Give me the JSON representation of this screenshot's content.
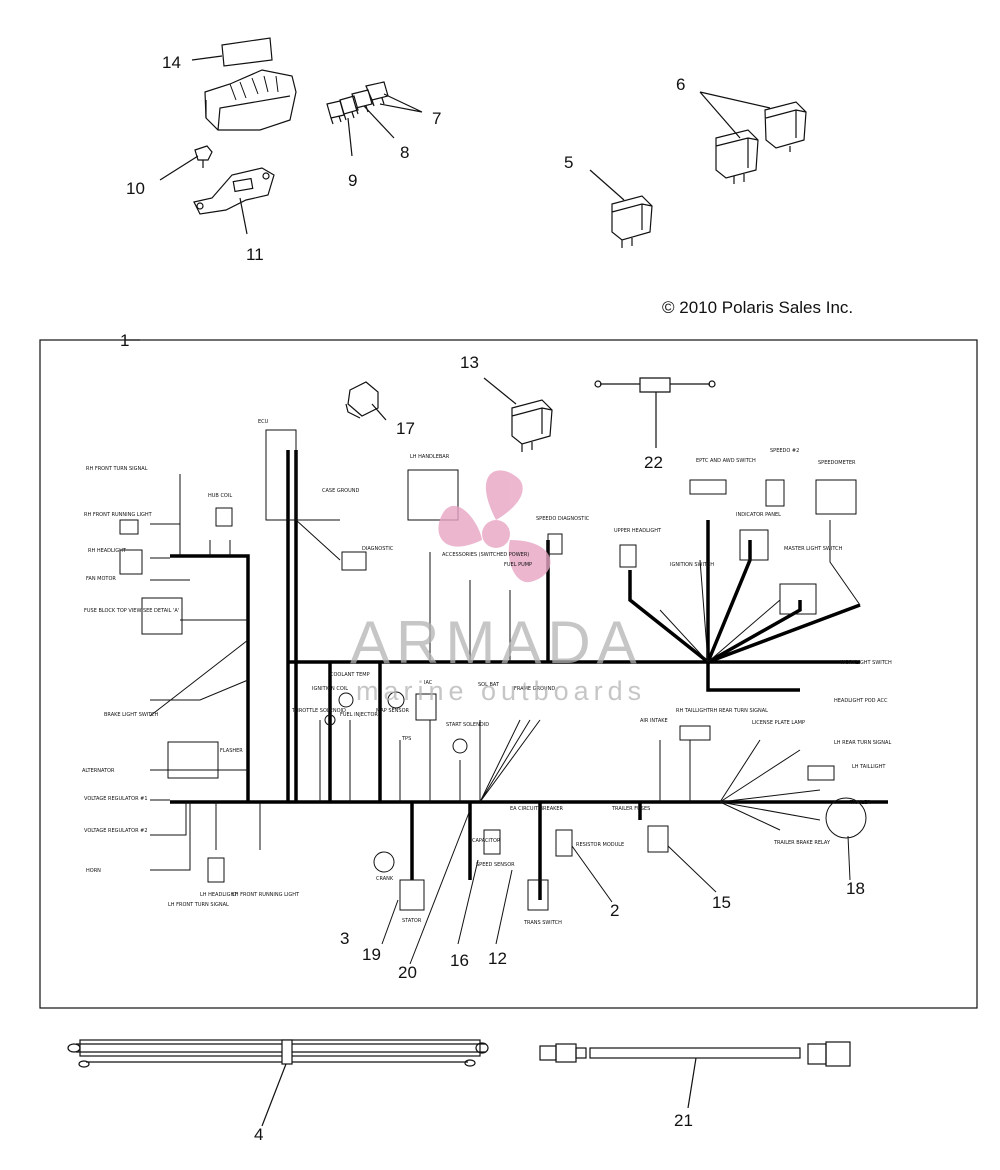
{
  "copyright": "© 2010 Polaris Sales Inc.",
  "watermark": {
    "brand": "ARMADA",
    "tagline": "marine outboards",
    "accent_color": "#e8a5c4"
  },
  "callouts": {
    "c1": "1",
    "c2": "2",
    "c3": "3",
    "c4": "4",
    "c5": "5",
    "c6": "6",
    "c7": "7",
    "c8": "8",
    "c9": "9",
    "c10": "10",
    "c11": "11",
    "c12": "12",
    "c13": "13",
    "c14": "14",
    "c15": "15",
    "c16": "16",
    "c17": "17",
    "c18": "18",
    "c19": "19",
    "c20": "20",
    "c21": "21",
    "c22": "22"
  },
  "schematic_labels": {
    "ecu": "ECU",
    "rh_front_turn_signal": "RH FRONT TURN SIGNAL",
    "hub_coil": "HUB COIL",
    "rh_front_running_light": "RH FRONT RUNNING LIGHT",
    "rh_headlight": "RH HEADLIGHT",
    "fan_motor": "FAN MOTOR",
    "fuse_block": "FUSE BLOCK TOP VIEW SEE DETAIL 'A'",
    "case_ground": "CASE GROUND",
    "diagnostic": "DIAGNOSTIC",
    "lh_handlebar": "LH HANDLEBAR",
    "accessories": "ACCESSORIES (SWITCHED POWER)",
    "fuel_pump": "FUEL PUMP",
    "speedo_diagnostic": "SPEEDO DIAGNOSTIC",
    "upper_headlight": "UPPER HEADLIGHT",
    "ignition_switch": "IGNITION SWITCH",
    "eptc_awd_switch": "EPTC AND AWD SWITCH",
    "indicator_panel": "INDICATOR PANEL",
    "speedo_2": "SPEEDO #2",
    "speedometer": "SPEEDOMETER",
    "master_light_switch": "MASTER LIGHT SWITCH",
    "worklight_switch": "WORKLIGHT SWITCH",
    "headlight_pod_acc": "HEADLIGHT POD ACC",
    "coolant_temp": "COOLANT TEMP",
    "ignition_coil": "IGNITION COIL",
    "throttle_solenoid": "THROTTLE SOLENOID",
    "fuel_injector": "FUEL INJECTOR",
    "map_sensor": "MAP SENSOR",
    "iac": "IAC",
    "sol_bat": "SOL BAT",
    "frame_ground": "FRAME GROUND",
    "tps": "TPS",
    "start_solenoid": "START SOLENOID",
    "rh_taillight": "RH TAILLIGHT",
    "rh_rear_turn_signal": "RH REAR TURN SIGNAL",
    "license_plate_lamp": "LICENSE PLATE LAMP",
    "lh_rear_turn_signal": "LH REAR TURN SIGNAL",
    "lh_taillight": "LH TAILLIGHT",
    "brake_light_switch": "BRAKE LIGHT SWITCH",
    "flasher": "FLASHER",
    "alternator": "ALTERNATOR",
    "voltage_regulator_1": "VOLTAGE REGULATOR #1",
    "voltage_regulator_2": "VOLTAGE REGULATOR #2",
    "horn": "HORN",
    "lh_front_turn_signal": "LH FRONT TURN SIGNAL",
    "lh_headlight": "LH HEADLIGHT",
    "lh_front_running_light": "LH FRONT RUNNING LIGHT",
    "crank": "CRANK",
    "stator": "STATOR",
    "capacitor": "CAPACITOR",
    "speed_sensor": "SPEED SENSOR",
    "ea_circuit_breaker": "EA CIRCUIT BREAKER",
    "resistor_module": "RESISTOR MODULE",
    "trans_switch": "TRANS SWITCH",
    "trailer_fuses": "TRAILER FUSES",
    "trailer": "TRAILER",
    "trailer_brake_relay": "TRAILER BRAKE RELAY",
    "air_intake": "AIR INTAKE"
  }
}
